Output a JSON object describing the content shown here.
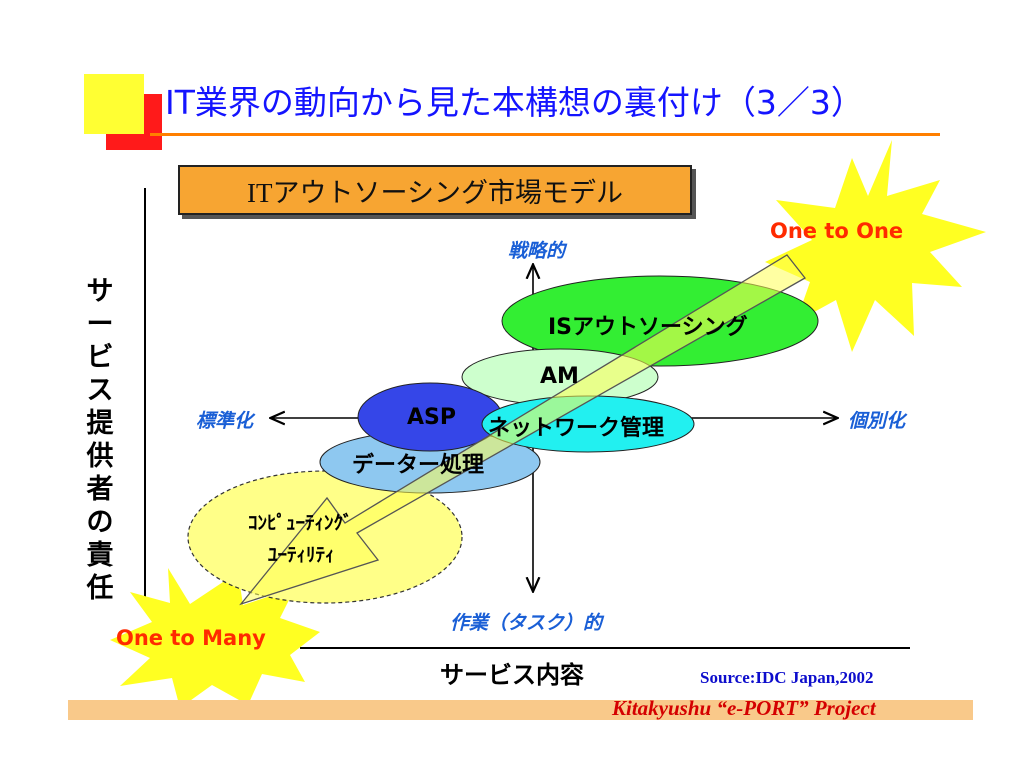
{
  "title": "IT業界の動向から見た本構想の裏付け（3／3）",
  "model_title": "ITアウトソーシング市場モデル",
  "vertical_axis_label": "サービス提供者の責任",
  "horizontal_axis_label": "サービス内容",
  "axis_ends": {
    "top": "戦略的",
    "bottom": "作業（タスク）的",
    "left": "標準化",
    "right": "個別化"
  },
  "categories": {
    "is_outsourcing": "ISアウトソーシング",
    "am": "AM",
    "asp": "ASP",
    "network": "ネットワーク管理",
    "data_processing": "データー処理",
    "utility_line1": "ｺﾝﾋﾟｭｰﾃｨﾝｸﾞ",
    "utility_line2": "ﾕｰﾃｨﾘﾃｨ"
  },
  "bursts": {
    "one_to_one": "One to One",
    "one_to_many": "One to Many"
  },
  "source": "Source:IDC Japan,2002",
  "footer": "Kitakyushu “e-PORT” Project",
  "colors": {
    "title": "#1414ff",
    "accent_rule": "#ff7f00",
    "burst_fill": "#ffff22",
    "burst_text": "#ff2a00",
    "axis_text": "#1a5fd6",
    "footer_text": "#d40000"
  }
}
